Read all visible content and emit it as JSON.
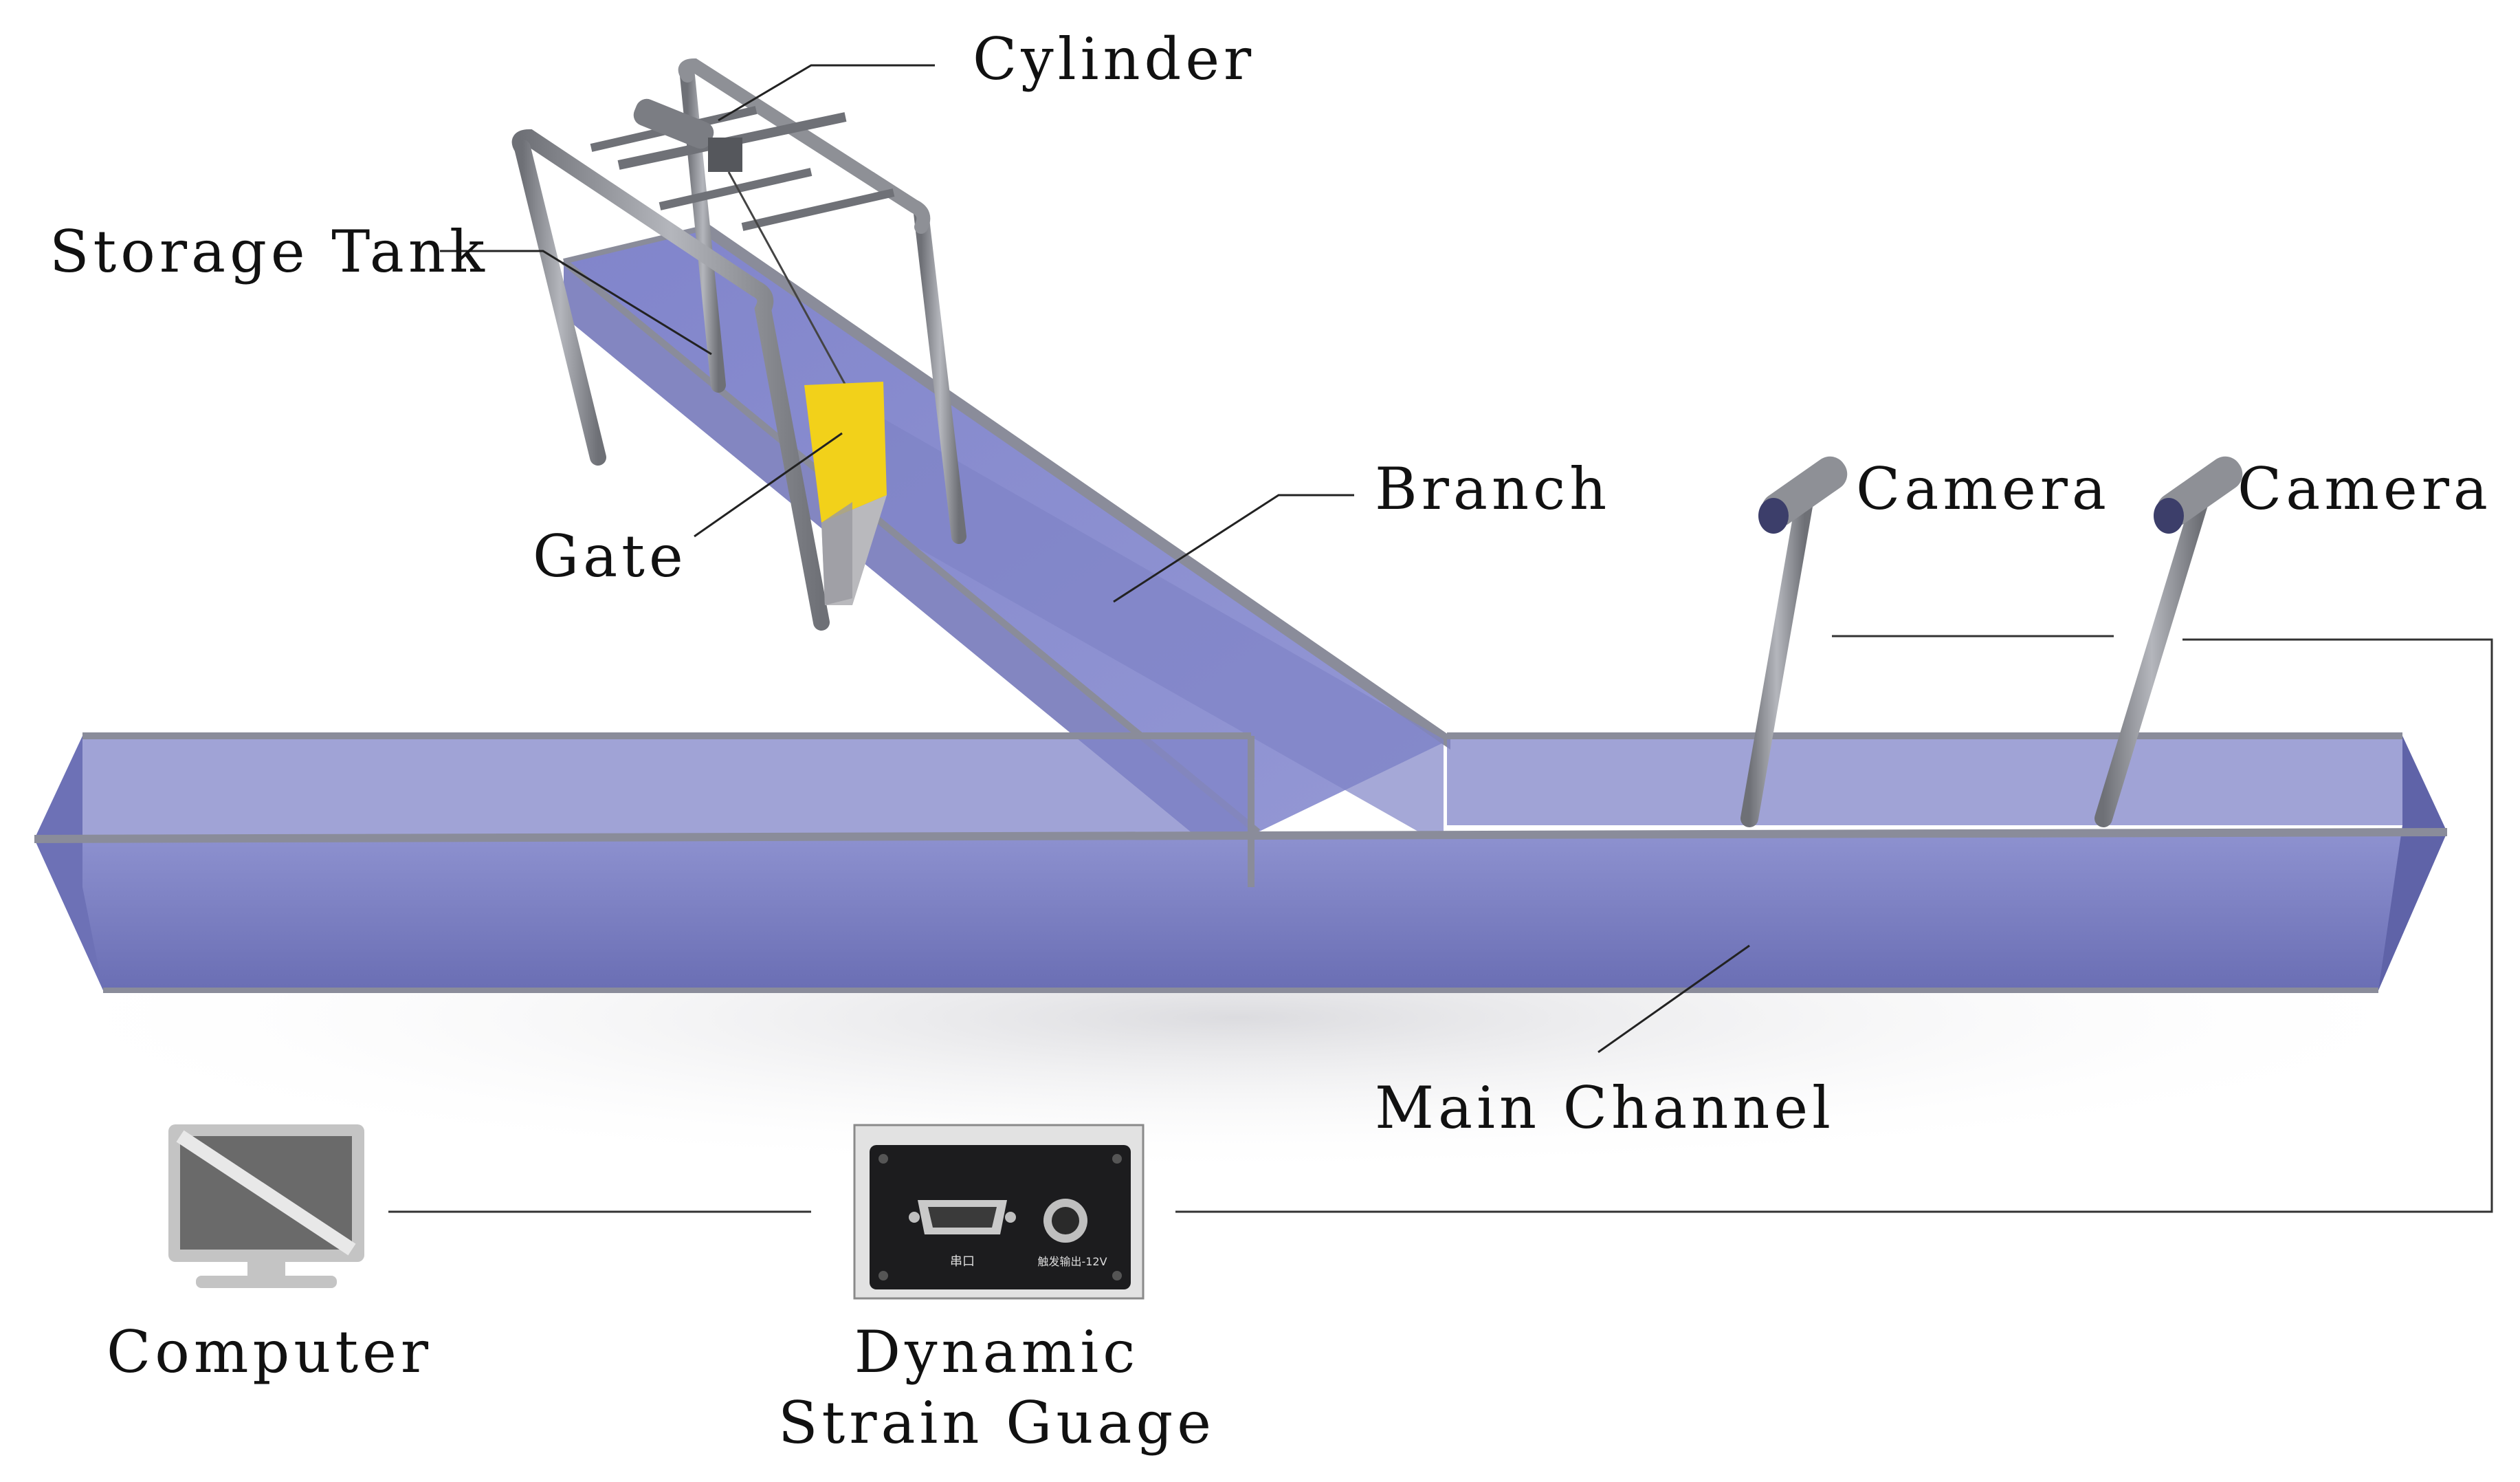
{
  "labels": {
    "cylinder": "Cylinder",
    "storage_tank": "Storage Tank",
    "gate": "Gate",
    "branch": "Branch",
    "camera_1": "Camera",
    "camera_2": "Camera",
    "main_channel": "Main Channel",
    "computer": "Computer",
    "strain_gauge_line1": "Dynamic",
    "strain_gauge_line2": "Strain Guage"
  },
  "device_panel": {
    "port_label": "串口",
    "power_label": "触发输出-12V"
  },
  "colors": {
    "water": "#7b7fc4",
    "water_dark": "#5f63a8",
    "glass_edge": "#8a8c9a",
    "frame": "#8e9096",
    "gate": "#f2d11a",
    "device_body": "#1c1c1e"
  }
}
